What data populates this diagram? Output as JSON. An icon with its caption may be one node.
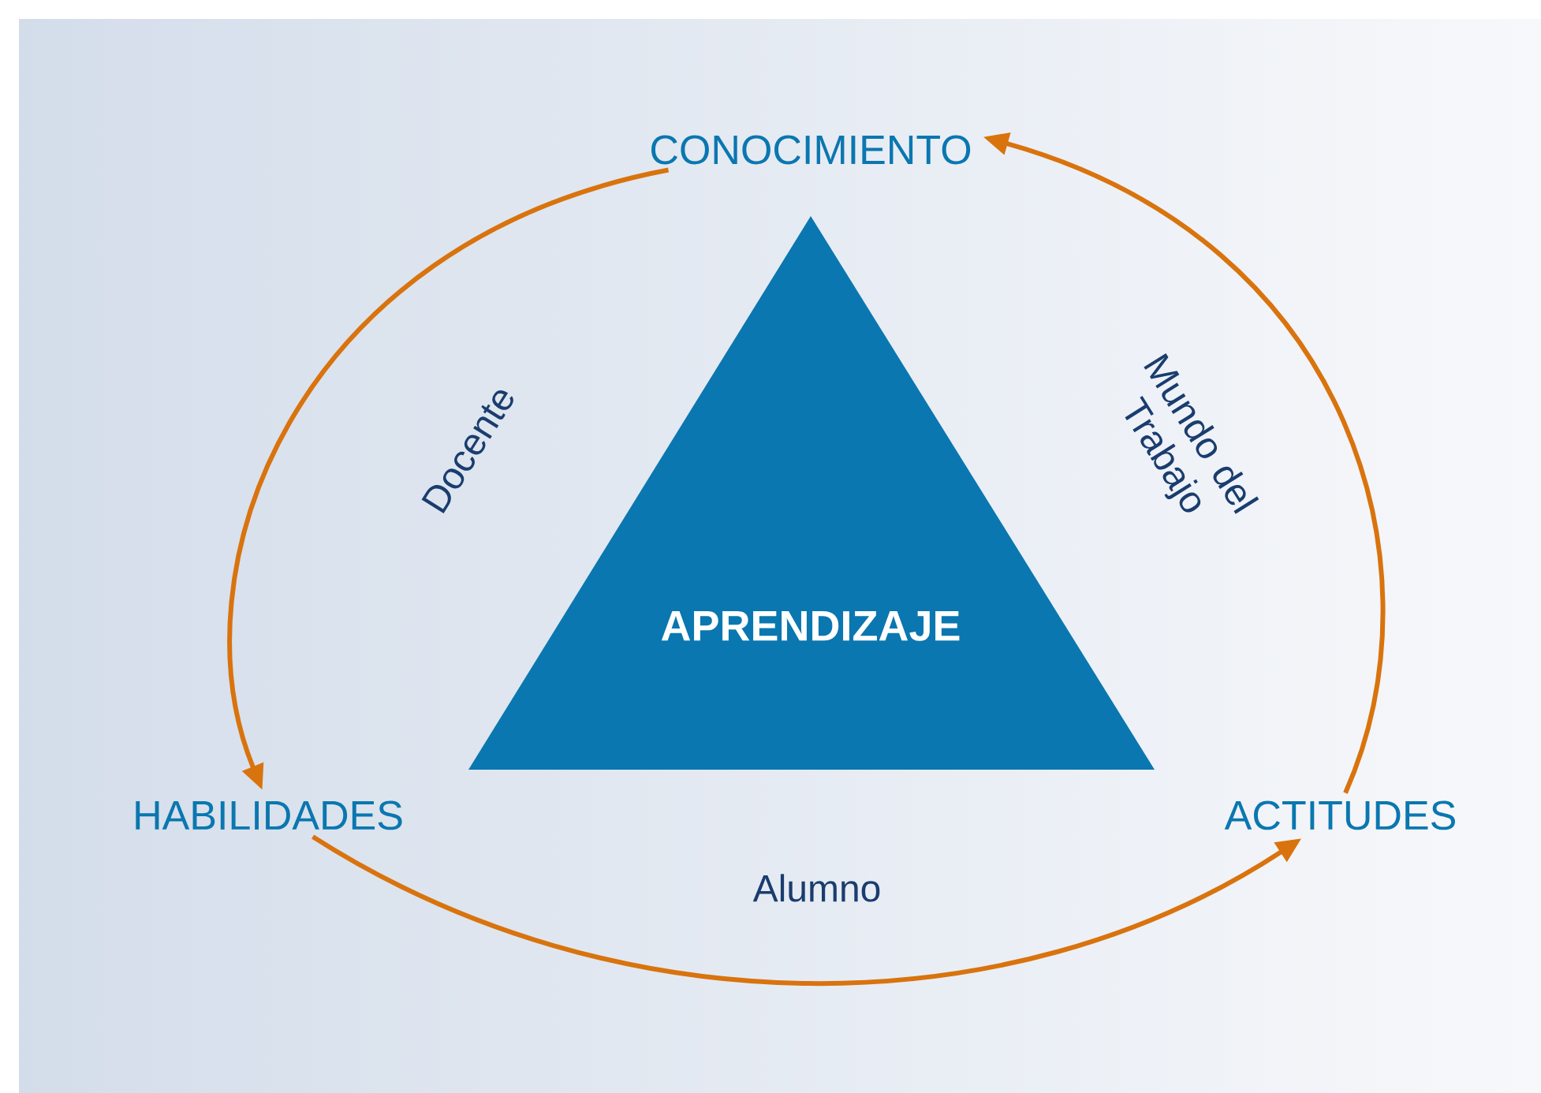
{
  "diagram": {
    "nodes": [
      {
        "text": [
          "CONOCIMIENTO"
        ]
      },
      {
        "text": [
          "APRENDIZAJE"
        ]
      },
      {
        "text": [
          "HABILIDADES"
        ]
      },
      {
        "text": [
          "ACTITUDES"
        ]
      }
    ],
    "edges": [
      {
        "from": 0,
        "to": 2,
        "arrow": "to",
        "label": "Docente"
      },
      {
        "from": 2,
        "to": 3,
        "arrow": "to",
        "label": "Alumno"
      },
      {
        "from": 3,
        "to": 0,
        "arrow": "to",
        "label": "Mundo del Trabajo"
      }
    ]
  }
}
